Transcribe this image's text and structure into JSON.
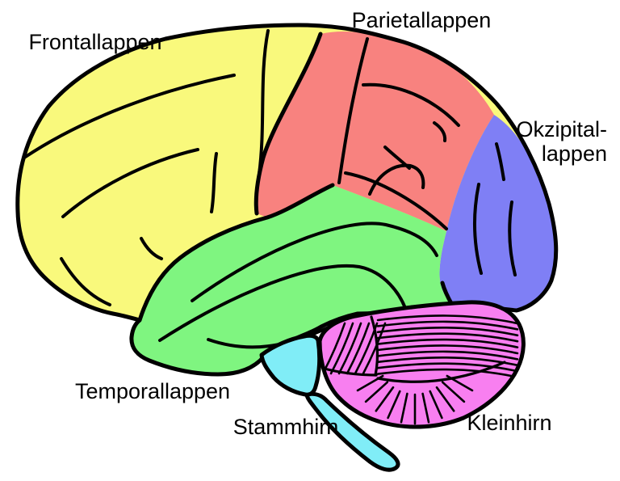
{
  "diagram": {
    "background_color": "#FFFFFF",
    "outline_color": "#000000",
    "regions": [
      {
        "id": "frontal-lobe",
        "label": "Frontallappen",
        "color": "#F9F97C"
      },
      {
        "id": "parietal-lobe",
        "label": "Parietallappen",
        "color": "#F8827F"
      },
      {
        "id": "occipital-lobe",
        "label_line1": "Okzipital-",
        "label_line2": "lappen",
        "color": "#7F7FF5"
      },
      {
        "id": "temporal-lobe",
        "label": "Temporallappen",
        "color": "#7FF580"
      },
      {
        "id": "cerebellum",
        "label": "Kleinhirn",
        "color": "#F87FF0"
      },
      {
        "id": "brainstem",
        "label": "Stammhirn",
        "color": "#80EDF7"
      }
    ]
  }
}
